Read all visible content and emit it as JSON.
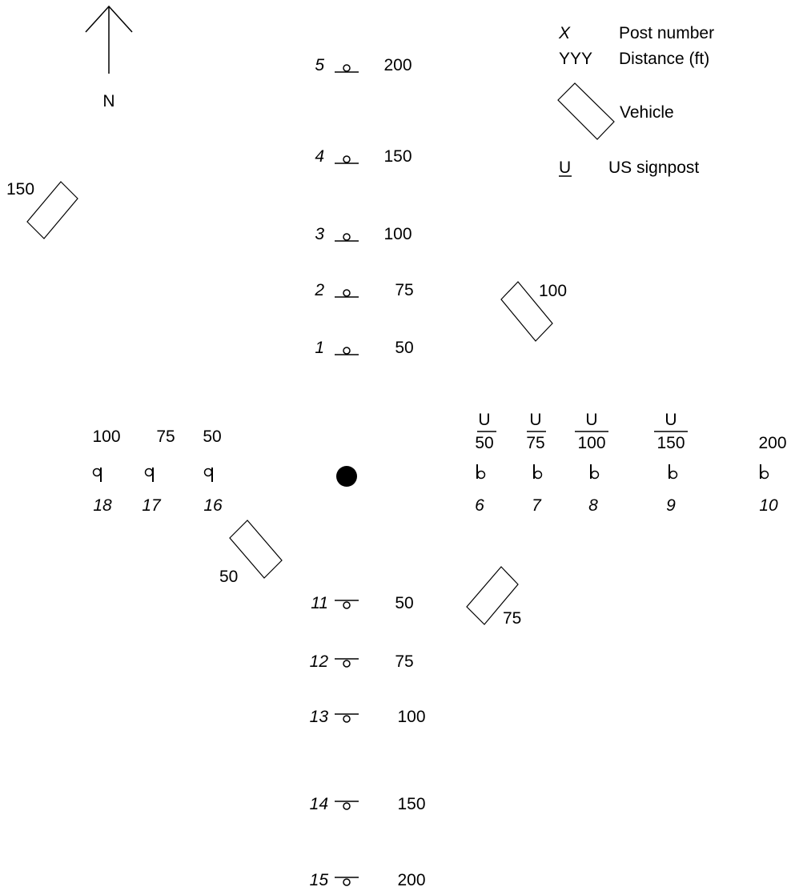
{
  "compass": {
    "label": "N"
  },
  "legend": {
    "post_symbol": "X",
    "post_label": "Post number",
    "distance_symbol": "YYY",
    "distance_label": "Distance (ft)",
    "vehicle_label": "Vehicle",
    "us_symbol": "U",
    "us_label": "US signpost"
  },
  "north_posts": [
    {
      "number": "5",
      "distance": "200"
    },
    {
      "number": "4",
      "distance": "150"
    },
    {
      "number": "3",
      "distance": "100"
    },
    {
      "number": "2",
      "distance": "75"
    },
    {
      "number": "1",
      "distance": "50"
    }
  ],
  "east_posts": [
    {
      "number": "6",
      "distance": "50",
      "us_marker": "U"
    },
    {
      "number": "7",
      "distance": "75",
      "us_marker": "U"
    },
    {
      "number": "8",
      "distance": "100",
      "us_marker": "U"
    },
    {
      "number": "9",
      "distance": "150",
      "us_marker": "U"
    },
    {
      "number": "10",
      "distance": "200",
      "us_marker": ""
    }
  ],
  "west_posts": [
    {
      "number": "18",
      "distance": "100"
    },
    {
      "number": "17",
      "distance": "75"
    },
    {
      "number": "16",
      "distance": "50"
    }
  ],
  "south_posts": [
    {
      "number": "11",
      "distance": "50"
    },
    {
      "number": "12",
      "distance": "75"
    },
    {
      "number": "13",
      "distance": "100"
    },
    {
      "number": "14",
      "distance": "150"
    },
    {
      "number": "15",
      "distance": "200"
    }
  ],
  "vehicles": [
    {
      "id": "northwest",
      "distance": "150"
    },
    {
      "id": "northeast",
      "distance": "100"
    },
    {
      "id": "southwest",
      "distance": "50"
    },
    {
      "id": "southeast",
      "distance": "75"
    }
  ]
}
